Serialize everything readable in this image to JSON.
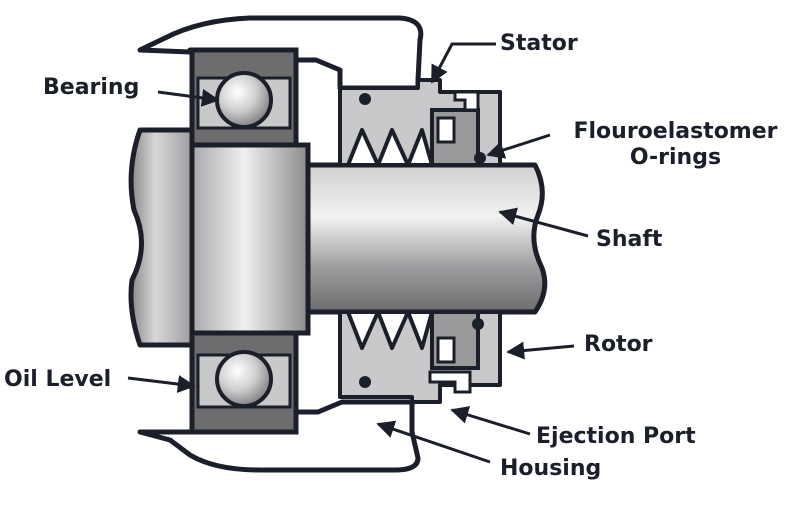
{
  "labels": {
    "stator": "Stator",
    "bearing": "Bearing",
    "o_rings_line1": "Flouroelastomer",
    "o_rings_line2": "O-rings",
    "shaft": "Shaft",
    "rotor": "Rotor",
    "oil_level": "Oil Level",
    "ejection_port": "Ejection Port",
    "housing": "Housing"
  },
  "colors": {
    "outline": "#1b1f2a",
    "light_gray": "#c9c9cb",
    "mid_gray": "#9a9a9c",
    "dark_gray": "#6d6d70",
    "white": "#ffffff"
  }
}
